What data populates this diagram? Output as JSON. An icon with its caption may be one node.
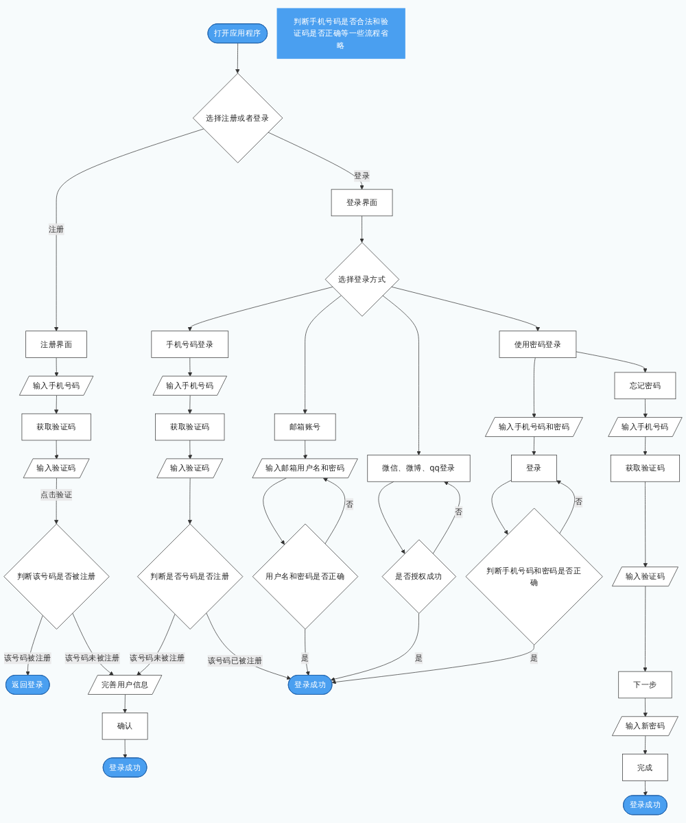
{
  "diagram": {
    "nodes": [
      {
        "text": [
          "打开应用程序"
        ]
      },
      {
        "text": [
          "选择注册或者登录"
        ]
      },
      {
        "text": [
          "注册界面"
        ]
      },
      {
        "text": [
          "输入手机号码"
        ]
      },
      {
        "text": [
          "获取验证码"
        ]
      },
      {
        "text": [
          "输入验证码"
        ]
      },
      {
        "text": [
          "判断该号码是否被注册"
        ]
      },
      {
        "text": [
          "返回登录"
        ]
      },
      {
        "text": [
          "完善用户信息"
        ]
      },
      {
        "text": [
          "确认"
        ]
      },
      {
        "text": [
          "登录成功"
        ]
      },
      {
        "text": [
          "登录界面"
        ]
      },
      {
        "text": [
          "选择登录方式"
        ]
      },
      {
        "text": [
          "手机号码登录"
        ]
      },
      {
        "text": [
          "邮箱账号"
        ]
      },
      {
        "text": [
          "微信、微博、qq登录"
        ]
      },
      {
        "text": [
          "使用密码登录"
        ]
      },
      {
        "text": [
          "输入手机号码"
        ]
      },
      {
        "text": [
          "获取验证码"
        ]
      },
      {
        "text": [
          "输入验证码"
        ]
      },
      {
        "text": [
          "判断是否号码是否注册"
        ]
      },
      {
        "text": [
          "输入邮箱用户名和密码"
        ]
      },
      {
        "text": [
          "用户名和密码是否正确"
        ]
      },
      {
        "text": [
          "是否授权成功"
        ]
      },
      {
        "text": [
          "登录成功"
        ]
      },
      {
        "text": [
          "忘记密码"
        ]
      },
      {
        "text": [
          "输入手机号码和密码"
        ]
      },
      {
        "text": [
          "登录"
        ]
      },
      {
        "text": [
          "判断手机号码和密码是否正确"
        ]
      },
      {
        "text": [
          "输入手机号码"
        ]
      },
      {
        "text": [
          "获取验证码"
        ]
      },
      {
        "text": [
          "输入验证码"
        ]
      },
      {
        "text": [
          "下一步"
        ]
      },
      {
        "text": [
          "输入新密码"
        ]
      },
      {
        "text": [
          "完成"
        ]
      },
      {
        "text": [
          "登录成功"
        ]
      },
      {
        "text": [
          "判断手机号码是否合法和验证码是否正确等一些流程省略"
        ]
      }
    ],
    "edges": [
      {
        "from": 0,
        "to": 1,
        "arrow": "to"
      },
      {
        "from": 1,
        "to": 2,
        "arrow": "to",
        "label": "注册"
      },
      {
        "from": 1,
        "to": 11,
        "arrow": "to",
        "label": "登录"
      },
      {
        "from": 2,
        "to": 3,
        "arrow": "to"
      },
      {
        "from": 3,
        "to": 4,
        "arrow": "to"
      },
      {
        "from": 4,
        "to": 5,
        "arrow": "to"
      },
      {
        "from": 5,
        "to": 6,
        "arrow": "to",
        "label": "点击验证"
      },
      {
        "from": 6,
        "to": 7,
        "arrow": "to",
        "label": "该号码被注册"
      },
      {
        "from": 6,
        "to": 8,
        "arrow": "to",
        "label": "该号码未被注册"
      },
      {
        "from": 8,
        "to": 9,
        "arrow": "to"
      },
      {
        "from": 9,
        "to": 10,
        "arrow": "to"
      },
      {
        "from": 11,
        "to": 12,
        "arrow": "to"
      },
      {
        "from": 12,
        "to": 13,
        "arrow": "to"
      },
      {
        "from": 12,
        "to": 14,
        "arrow": "to"
      },
      {
        "from": 12,
        "to": 15,
        "arrow": "to"
      },
      {
        "from": 12,
        "to": 16,
        "arrow": "to"
      },
      {
        "from": 13,
        "to": 17,
        "arrow": "to"
      },
      {
        "from": 17,
        "to": 18,
        "arrow": "to"
      },
      {
        "from": 18,
        "to": 19,
        "arrow": "to"
      },
      {
        "from": 19,
        "to": 20,
        "arrow": "to"
      },
      {
        "from": 20,
        "to": 8,
        "arrow": "to",
        "label": "该号码未被注册"
      },
      {
        "from": 20,
        "to": 24,
        "arrow": "to",
        "label": "该号码已被注册"
      },
      {
        "from": 14,
        "to": 21,
        "arrow": "to"
      },
      {
        "from": 21,
        "to": 22,
        "arrow": "to"
      },
      {
        "from": 22,
        "to": 21,
        "arrow": "to",
        "label": "否"
      },
      {
        "from": 22,
        "to": 24,
        "arrow": "to",
        "label": "是"
      },
      {
        "from": 15,
        "to": 23,
        "arrow": "to"
      },
      {
        "from": 23,
        "to": 15,
        "arrow": "to",
        "label": "否"
      },
      {
        "from": 23,
        "to": 24,
        "arrow": "to",
        "label": "是"
      },
      {
        "from": 16,
        "to": 26,
        "arrow": "to"
      },
      {
        "from": 26,
        "to": 27,
        "arrow": "to"
      },
      {
        "from": 27,
        "to": 28,
        "arrow": "to"
      },
      {
        "from": 28,
        "to": 27,
        "arrow": "to",
        "label": "否"
      },
      {
        "from": 28,
        "to": 24,
        "arrow": "to",
        "label": "是"
      },
      {
        "from": 16,
        "to": 25,
        "arrow": "to"
      },
      {
        "from": 25,
        "to": 29,
        "arrow": "to"
      },
      {
        "from": 29,
        "to": 30,
        "arrow": "to"
      },
      {
        "from": 30,
        "to": 31,
        "arrow": "to"
      },
      {
        "from": 31,
        "to": 32,
        "arrow": "to"
      },
      {
        "from": 32,
        "to": 33,
        "arrow": "to"
      },
      {
        "from": 33,
        "to": 34,
        "arrow": "to"
      },
      {
        "from": 34,
        "to": 35,
        "arrow": "to"
      }
    ]
  }
}
